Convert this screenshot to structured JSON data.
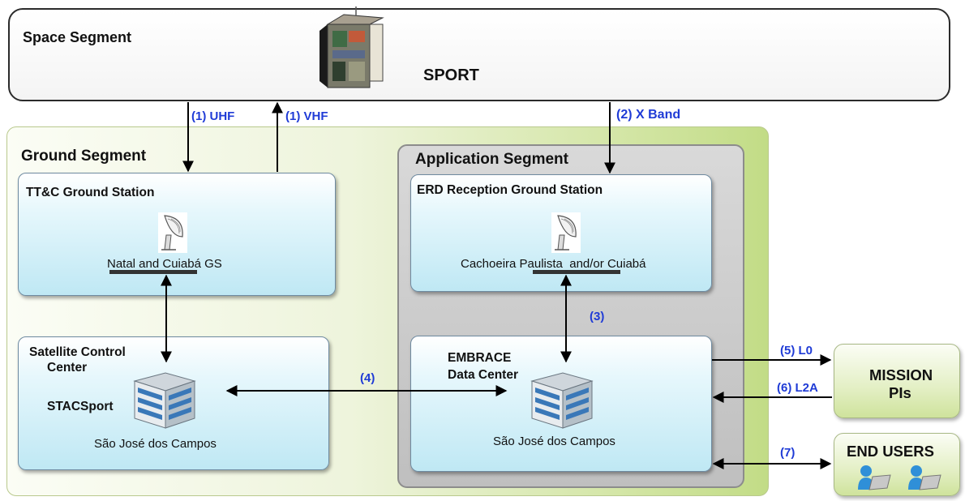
{
  "space_segment": {
    "title": "Space Segment",
    "satellite_name": "SPORT"
  },
  "ground_segment": {
    "title": "Ground Segment",
    "ttc": {
      "title": "TT&C Ground Station",
      "location": "Natal and Cuiabá GS"
    },
    "scc": {
      "title_line1": "Satellite Control",
      "title_line2": "Center",
      "name": "STACSport",
      "location": "São José dos Campos"
    }
  },
  "application_segment": {
    "title": "Application Segment",
    "erd": {
      "title": "ERD Reception Ground Station",
      "location": "Cachoeira Paulista  and/or Cuiabá"
    },
    "embrace": {
      "title_line1": "EMBRACE",
      "title_line2": "Data Center",
      "location": "São José dos Campos"
    }
  },
  "external": {
    "mission_pis": {
      "line1": "MISSION",
      "line2": "PIs"
    },
    "end_users": {
      "title": "END USERS"
    }
  },
  "links": {
    "uhf": "(1) UHF",
    "vhf": "(1) VHF",
    "xband": "(2) X Band",
    "l3": "(3)",
    "l4": "(4)",
    "l5": "(5) L0",
    "l6": "(6) L2A",
    "l7": "(7)"
  },
  "colors": {
    "link_label": "#1f3bd6",
    "ground_green": "#c2dc86",
    "station_blue": "#bfe8f4"
  }
}
